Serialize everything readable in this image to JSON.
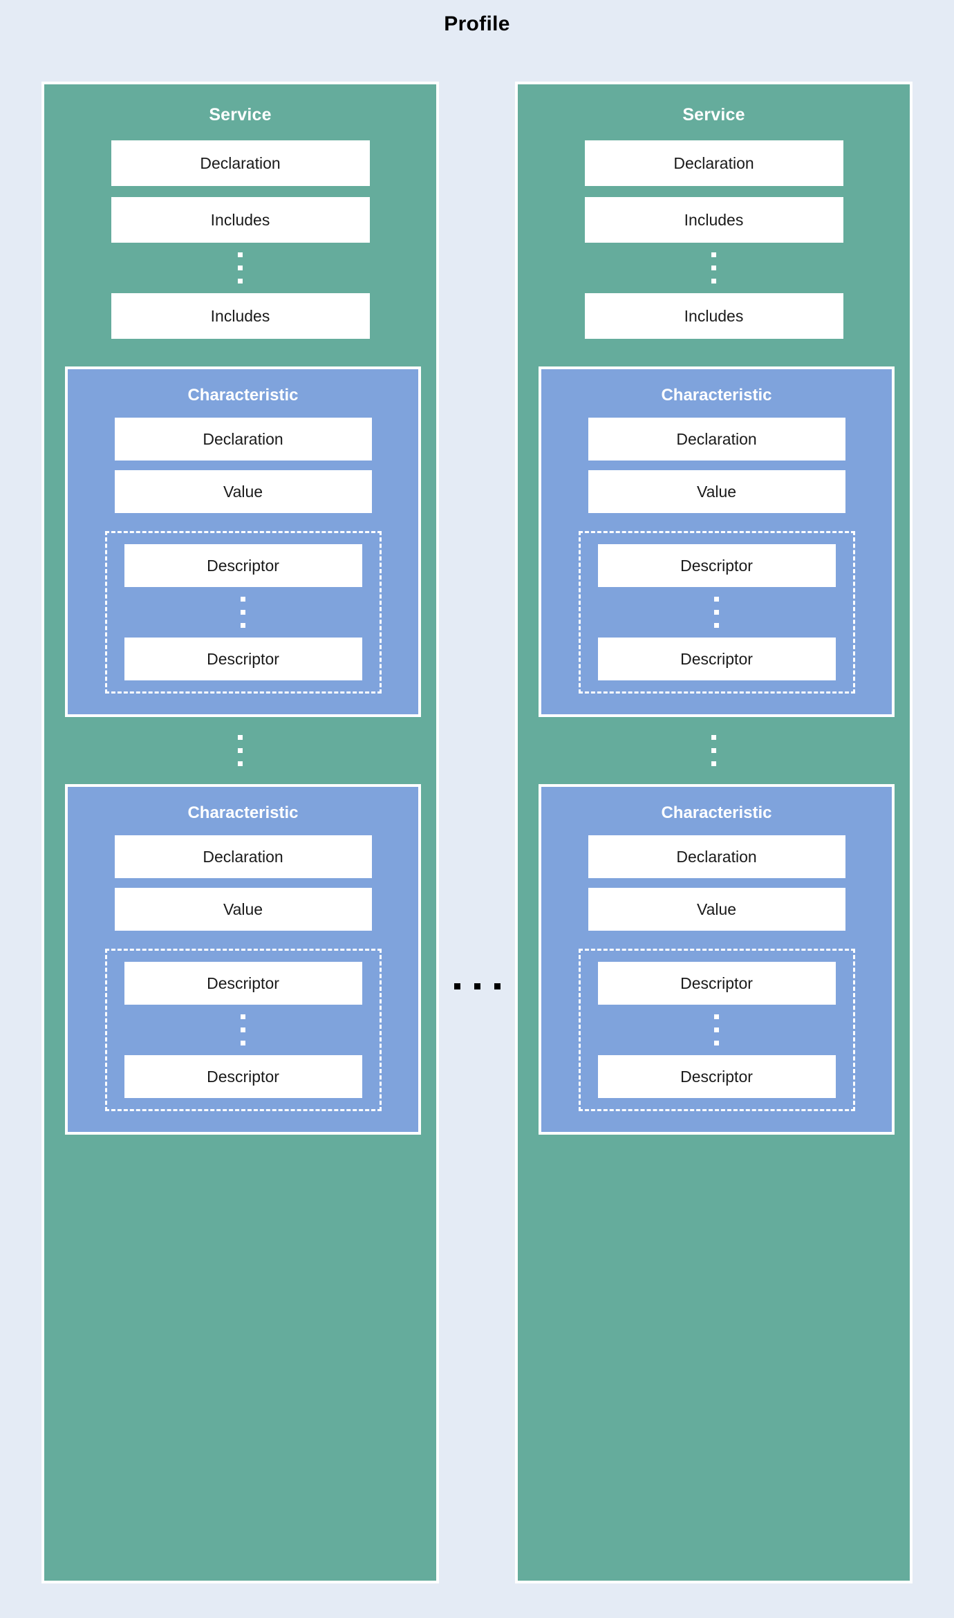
{
  "title": "Profile",
  "colors": {
    "background": "#e4ebf5",
    "service_green": "#65ac9c",
    "characteristic_blue": "#7fa3dc",
    "field_white": "#ffffff",
    "title_text": "#000000",
    "dots_between_columns": "#000000",
    "dots_inside_blocks": "#ffffff"
  },
  "ellipsis": {
    "horizontal_dot_count": 3,
    "vertical_dot_count": 3
  },
  "services": [
    {
      "title": "Service",
      "fields": [
        {
          "label": "Declaration"
        },
        {
          "label": "Includes"
        }
      ],
      "includes_continues": true,
      "last_include": {
        "label": "Includes"
      },
      "characteristics": [
        {
          "title": "Characteristic",
          "fields": [
            {
              "label": "Declaration"
            },
            {
              "label": "Value"
            }
          ],
          "descriptors": {
            "first": {
              "label": "Descriptor"
            },
            "last": {
              "label": "Descriptor"
            },
            "continues": true
          }
        },
        {
          "title": "Characteristic",
          "fields": [
            {
              "label": "Declaration"
            },
            {
              "label": "Value"
            }
          ],
          "descriptors": {
            "first": {
              "label": "Descriptor"
            },
            "last": {
              "label": "Descriptor"
            },
            "continues": true
          }
        }
      ],
      "characteristics_continue": true
    },
    {
      "title": "Service",
      "fields": [
        {
          "label": "Declaration"
        },
        {
          "label": "Includes"
        }
      ],
      "includes_continues": true,
      "last_include": {
        "label": "Includes"
      },
      "characteristics": [
        {
          "title": "Characteristic",
          "fields": [
            {
              "label": "Declaration"
            },
            {
              "label": "Value"
            }
          ],
          "descriptors": {
            "first": {
              "label": "Descriptor"
            },
            "last": {
              "label": "Descriptor"
            },
            "continues": true
          }
        },
        {
          "title": "Characteristic",
          "fields": [
            {
              "label": "Declaration"
            },
            {
              "label": "Value"
            }
          ],
          "descriptors": {
            "first": {
              "label": "Descriptor"
            },
            "last": {
              "label": "Descriptor"
            },
            "continues": true
          }
        }
      ],
      "characteristics_continue": true
    }
  ]
}
